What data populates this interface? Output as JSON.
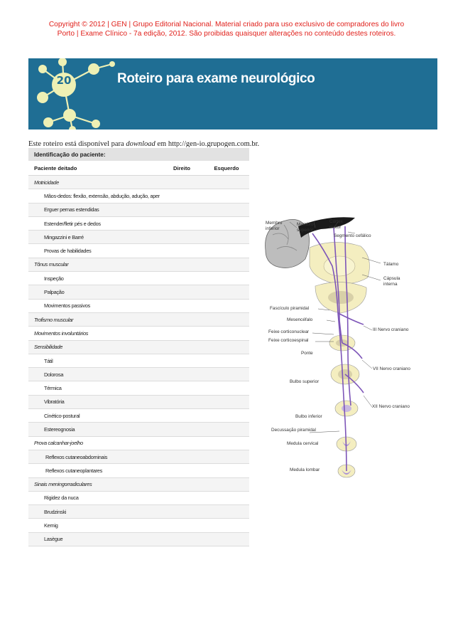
{
  "copyright": {
    "line1": "Copyright © 2012 | GEN | Grupo Editorial Nacional. Material criado para uso exclusivo de compradores do livro",
    "line2": "Porto | Exame Clínico - 7a edição, 2012. São proibidas quaisquer alterações no conteúdo destes roteiros."
  },
  "banner": {
    "chapter": "20",
    "title": "Roteiro para exame neurológico",
    "colors": {
      "background": "#1f6e94",
      "bubble": "#eef0b4"
    }
  },
  "intro": {
    "before": "Este roteiro está disponível para ",
    "emph": "download",
    "after": " em http://gen-io.grupogen.com.br."
  },
  "table": {
    "title": "Identificação do paciente:",
    "col1": "Paciente deitado",
    "col2": "Direito",
    "col3": "Esquerdo",
    "rows": [
      {
        "label": "Motricidade",
        "style": "ital"
      },
      {
        "label": "Mãos-dedos: flexão, extensão, abdução, adução, aperto",
        "style": "ind1"
      },
      {
        "label": "Erguer pernas estendidas",
        "style": "ind1"
      },
      {
        "label": "Estender/fletir pés e dedos",
        "style": "ind1"
      },
      {
        "label": "Mingazzini e Barré",
        "style": "ind1"
      },
      {
        "label": "Provas de habilidades",
        "style": "ind1"
      },
      {
        "label": "Tônus muscular",
        "style": "ital"
      },
      {
        "label": "Inspeção",
        "style": "ind1"
      },
      {
        "label": "Palpação",
        "style": "ind1"
      },
      {
        "label": "Movimentos passivos",
        "style": "ind1"
      },
      {
        "label": "Trofismo muscular",
        "style": "ital"
      },
      {
        "label": "Movimentos involuntários",
        "style": "ital"
      },
      {
        "label": "Sensibilidade",
        "style": "ital"
      },
      {
        "label": "Tátil",
        "style": "ind1"
      },
      {
        "label": "Dolorosa",
        "style": "ind1"
      },
      {
        "label": "Térmica",
        "style": "ind1"
      },
      {
        "label": "Vibratória",
        "style": "ind1"
      },
      {
        "label": "Cinético-postural",
        "style": "ind1"
      },
      {
        "label": "Estereognosia",
        "style": "ind1"
      },
      {
        "label": "Prova calcanhar-joelho",
        "style": "ital"
      },
      {
        "label": "Reflexos cutaneoabdominais",
        "style": "ind2"
      },
      {
        "label": "Reflexos cutaneoplantares",
        "style": "ind2"
      },
      {
        "label": "Sinais meningorradiculares",
        "style": "ital"
      },
      {
        "label": "Rigidez da nuca",
        "style": "ind1"
      },
      {
        "label": "Brudzinski",
        "style": "ind1"
      },
      {
        "label": "Kernig",
        "style": "ind1"
      },
      {
        "label": "Lasègue",
        "style": "ind1"
      }
    ]
  },
  "figure": {
    "labels": {
      "membro_inferior": "Membro\ninferior",
      "membro_superior": "Membro\nsuperior",
      "cortex_motor": "Córtex\nmotor",
      "segmento_cefalico": "Segmento cefálico",
      "talamo": "Tálamo",
      "capsula_interna": "Cápsula\ninterna",
      "fasciculo_piramidal": "Fascículo piramidal",
      "mesencefalo": "Mesencéfalo",
      "feixe_corticonuclear": "Feixe corticonuclear",
      "feixe_corticoespinal": "Feixe corticoespinal",
      "iii_nervo": "III Nervo craniano",
      "ponte": "Ponte",
      "vii_nervo": "VII Nervo craniano",
      "bulbo_superior": "Bulbo superior",
      "xii_nervo": "XII Nervo craniano",
      "bulbo_inferior": "Bulbo inferior",
      "decussacao": "Decussação piramidal",
      "medula_cervical": "Medula cervical",
      "medula_lombar": "Medula lombar"
    }
  }
}
